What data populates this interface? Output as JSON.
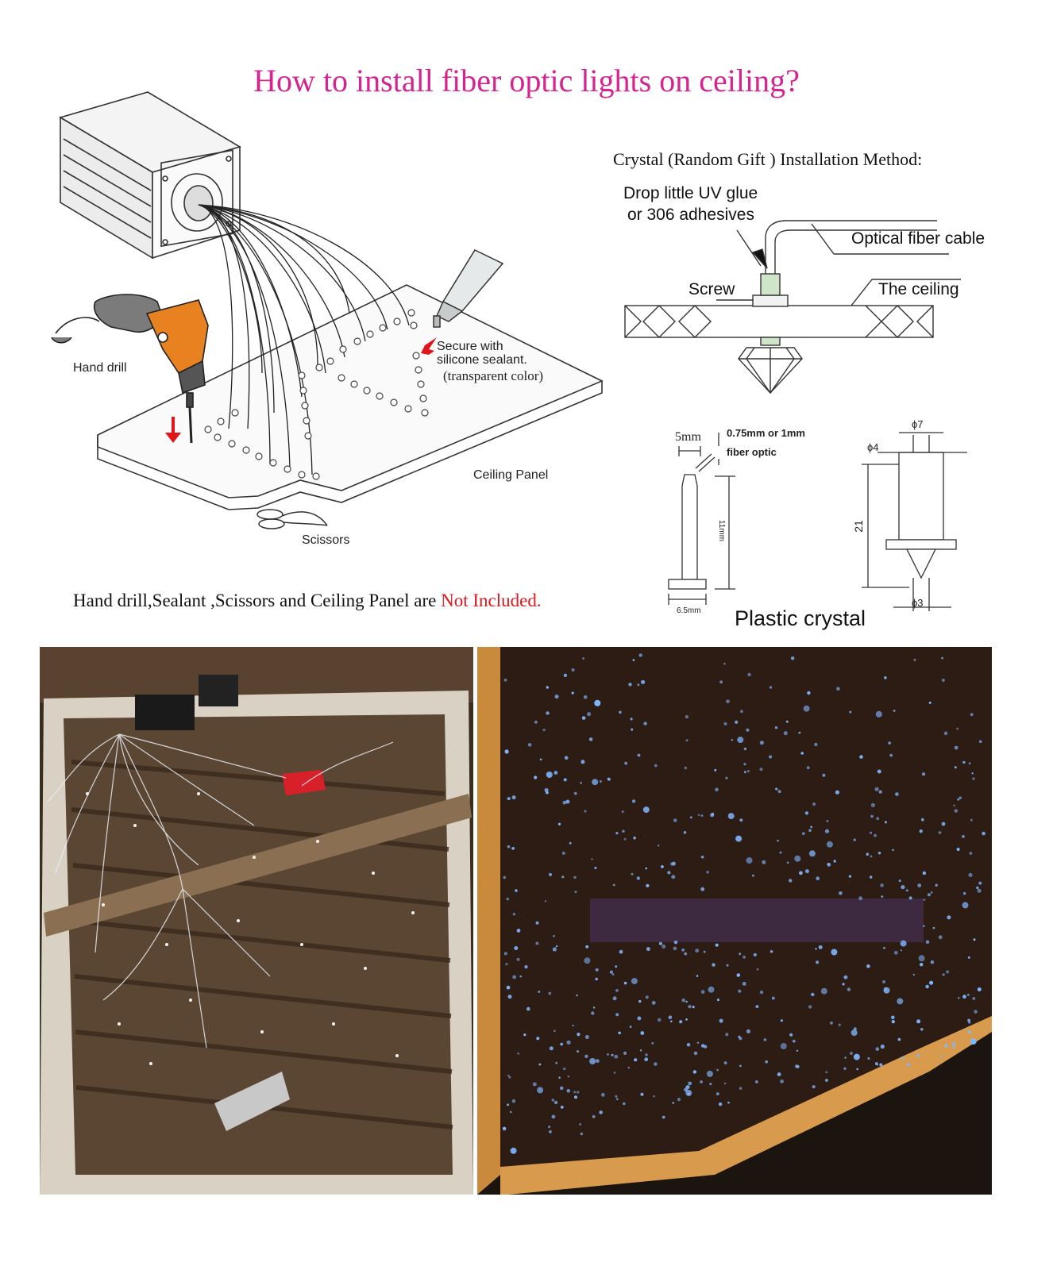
{
  "title": "How to install fiber optic lights on ceiling?",
  "left_diagram": {
    "hand_drill": "Hand drill",
    "secure_line1": "Secure with",
    "secure_line2": "silicone sealant.",
    "secure_line3": "(transparent color)",
    "ceiling_panel": "Ceiling Panel",
    "scissors": "Scissors"
  },
  "note": {
    "text": "Hand drill,Sealant ,Scissors and Ceiling Panel are ",
    "highlight": "Not Included."
  },
  "crystal": {
    "title": "Crystal (Random Gift ) Installation Method:",
    "glue_line1": "Drop little UV glue",
    "glue_line2": "or 306 adhesives",
    "fiber_cable": "Optical fiber cable",
    "screw": "Screw",
    "ceiling": "The ceiling"
  },
  "dimensions": {
    "width_5mm": "5mm",
    "fiber_size": "0.75mm or 1mm",
    "fiber_optic": "fiber optic",
    "height_11mm": "11mm",
    "base_65mm": "6.5mm",
    "phi7": "ϕ7",
    "phi4": "ϕ4",
    "h21": "21",
    "phi3": "ϕ3",
    "plastic_crystal": "Plastic crystal"
  },
  "colors": {
    "title": "#d6248f",
    "highlight": "#e0161b",
    "drill": "#e8811f",
    "star_blue": "#3a8bff"
  }
}
